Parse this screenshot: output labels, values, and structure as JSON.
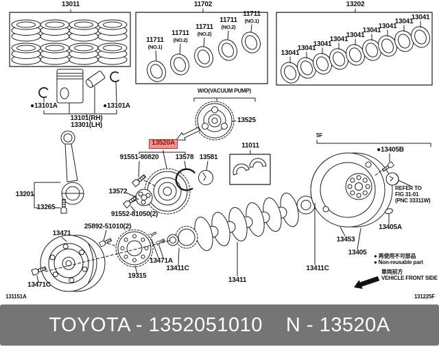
{
  "labels": {
    "rings_set": "13011",
    "rod_bearing_set": "11702",
    "rod_bearing": "11711",
    "pos_no1": "(NO.1)",
    "pos_no2": "(NO.2)",
    "main_bearing_set": "13202",
    "main_bearing": "13041",
    "pin_snap_ring": "●13101A",
    "piston_rh": "13101(RH)",
    "piston_lh": "13301(LH)",
    "vacuum_pump_note": "W/O(VACUUM PUMP)",
    "timing_gear": "13525",
    "highlight": "13520A",
    "gear_bolt": "91551-80820",
    "gear_ring": "13578",
    "sensor_plate": "13581",
    "thrust_washer_set": "11011",
    "pulley_small": "13572",
    "pulley_bolt": "91552-81050(2)",
    "connecting_rod": "13201",
    "rod_bolt": "13265",
    "damper_bolt2": "25892-51010(2)",
    "damper_pulley": "13471",
    "damper_bolt": "13471C",
    "timing_plate": "19315",
    "crank_key": "13471A",
    "crank_bolt": "13411C",
    "crankshaft": "13411",
    "transmission_code": "5F",
    "flywheel_bolt": "●13405B",
    "refer_line1": "REFER TO",
    "refer_line2": "FIG 31-01",
    "refer_line3": "(PNC 33311W)",
    "flywheel_pin": "13405A",
    "ring_gear": "13453",
    "flywheel": "13405",
    "legend_jp_nonreusable": "● 再使用不可部品",
    "legend_en_nonreusable": "● Non-reusable part",
    "legend_jp_front": "車両前方",
    "legend_en_front": "VEHICLE FRONT SIDE",
    "fig_code_left": "131151A",
    "fig_code_right": "131225F"
  },
  "banner": {
    "brand_part": "TOYOTA - 1352051010",
    "pnc": "N - 13520A"
  },
  "colors": {
    "highlight_bg": "#f4928e",
    "highlight_border": "#cf2a27",
    "highlight_text": "#7a1511",
    "banner_bg": "#757575",
    "banner_text": "#ffffff",
    "line": "#1a1a1a"
  }
}
